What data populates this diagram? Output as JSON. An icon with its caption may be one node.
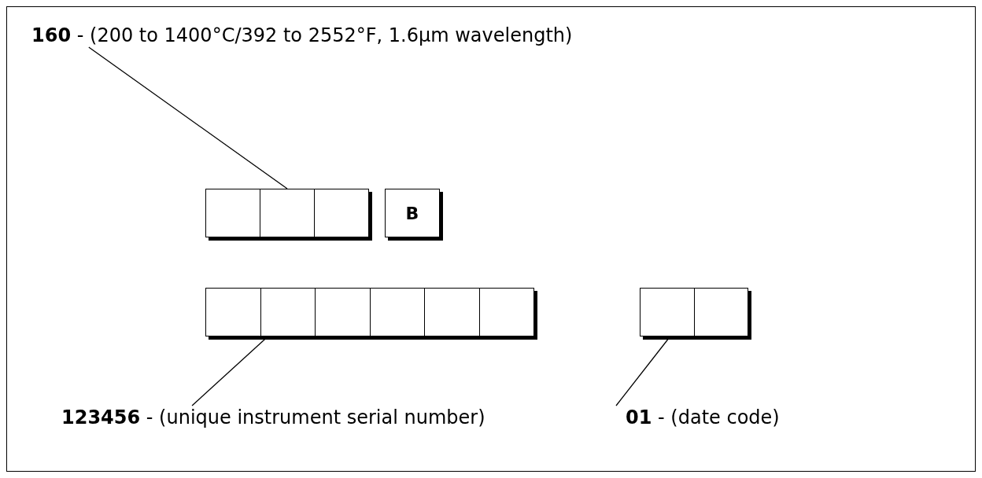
{
  "diagram": {
    "nodes": [
      {
        "text": [
          "**160** - (200 to 1400°C/392 to 2552°F, 1.6µm wavelength)"
        ]
      },
      {
        "text": [],
        "shape": "box"
      },
      {
        "text": [
          "B"
        ]
      },
      {
        "text": [],
        "shape": "box"
      },
      {
        "text": [],
        "shape": "box"
      },
      {
        "text": [
          "**123456** - (unique instrument serial number)"
        ]
      },
      {
        "text": [
          "**01** - (date code)"
        ]
      }
    ],
    "edges": [
      {
        "from": 0,
        "to": 1,
        "arrow": "none"
      },
      {
        "from": 5,
        "to": 3,
        "arrow": "none"
      },
      {
        "from": 6,
        "to": 4,
        "arrow": "none"
      }
    ]
  }
}
